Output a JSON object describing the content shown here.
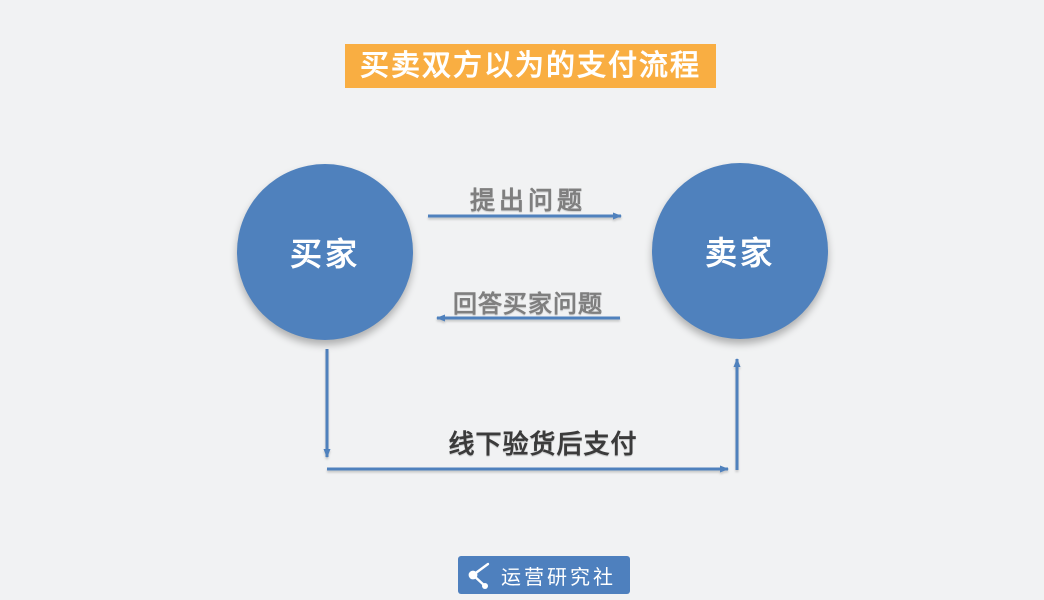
{
  "title": "买卖双方以为的支付流程",
  "nodes": {
    "buyer": {
      "label": "买家"
    },
    "seller": {
      "label": "卖家"
    }
  },
  "edges": {
    "ask": {
      "label": "提出问题",
      "from": "买家",
      "to": "卖家"
    },
    "answer": {
      "label": "回答买家问题",
      "from": "卖家",
      "to": "买家"
    },
    "pay": {
      "label": "线下验货后支付",
      "from": "买家",
      "to": "卖家"
    }
  },
  "footer": {
    "brand": "运营研究社",
    "icon": "share-icon"
  },
  "colors": {
    "accent_blue": "#4F81BD",
    "highlight_orange": "#F9AE42",
    "label_gray": "#7F7F7F",
    "label_dark": "#3B3B3B",
    "background": "#F1F2F3",
    "logo_blue": "#4E80BE"
  }
}
